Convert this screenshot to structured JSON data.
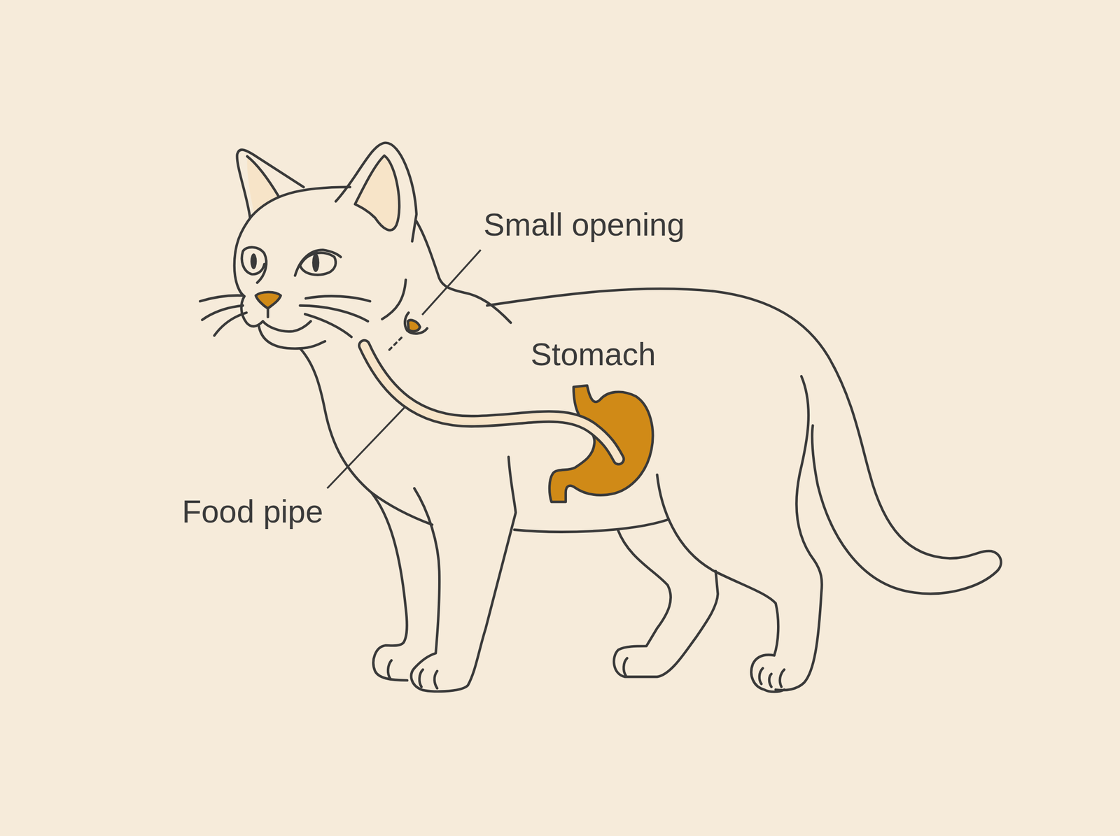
{
  "diagram": {
    "labels": [
      "Small opening",
      "Stomach",
      "Food pipe"
    ]
  }
}
